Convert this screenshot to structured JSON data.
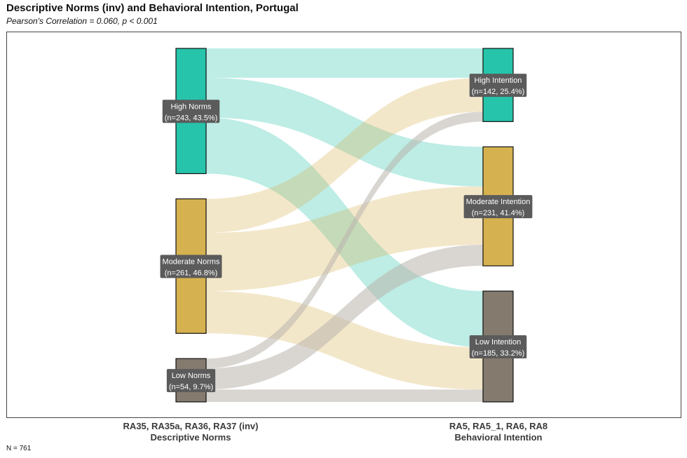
{
  "title": "Descriptive Norms (inv) and Behavioral Intention, Portugal",
  "subtitle": "Pearson's Correlation = 0.060, p < 0.001",
  "footnote": "N = 761",
  "colors": {
    "high": "#26C4AA",
    "moderate": "#D6B14F",
    "low": "#847A6E",
    "label_bg": "#5B5B5B"
  },
  "chart_data": {
    "type": "sankey",
    "title": "Descriptive Norms (inv) and Behavioral Intention, Portugal",
    "subtitle": "Pearson's Correlation = 0.060, p < 0.001",
    "left_axis": {
      "line1": "RA35, RA35a, RA36, RA37 (inv)",
      "line2": "Descriptive Norms"
    },
    "right_axis": {
      "line1": "RA5, RA5_1, RA6, RA8",
      "line2": "Behavioral Intention"
    },
    "left_nodes": [
      {
        "id": "hn",
        "name": "High Norms",
        "count_label": "(n=243, 43.5%)",
        "color_key": "high"
      },
      {
        "id": "mn",
        "name": "Moderate Norms",
        "count_label": "(n=261, 46.8%)",
        "color_key": "moderate"
      },
      {
        "id": "ln",
        "name": "Low Norms",
        "count_label": "(n=54, 9.7%)",
        "color_key": "low"
      }
    ],
    "right_nodes": [
      {
        "id": "hi",
        "name": "High Intention",
        "count_label": "(n=142, 25.4%)",
        "color_key": "high"
      },
      {
        "id": "mi",
        "name": "Moderate Intention",
        "count_label": "(n=231, 41.4%)",
        "color_key": "moderate"
      },
      {
        "id": "li",
        "name": "Low Intention",
        "count_label": "(n=185, 33.2%)",
        "color_key": "low"
      }
    ],
    "flows": [
      {
        "from": "hn",
        "to": "hi",
        "value": 57
      },
      {
        "from": "hn",
        "to": "mi",
        "value": 77
      },
      {
        "from": "hn",
        "to": "li",
        "value": 109
      },
      {
        "from": "mn",
        "to": "hi",
        "value": 66
      },
      {
        "from": "mn",
        "to": "mi",
        "value": 113
      },
      {
        "from": "mn",
        "to": "li",
        "value": 82
      },
      {
        "from": "ln",
        "to": "hi",
        "value": 19
      },
      {
        "from": "ln",
        "to": "mi",
        "value": 41
      },
      {
        "from": "ln",
        "to": "li",
        "value": 24
      }
    ],
    "n_total": 761
  }
}
